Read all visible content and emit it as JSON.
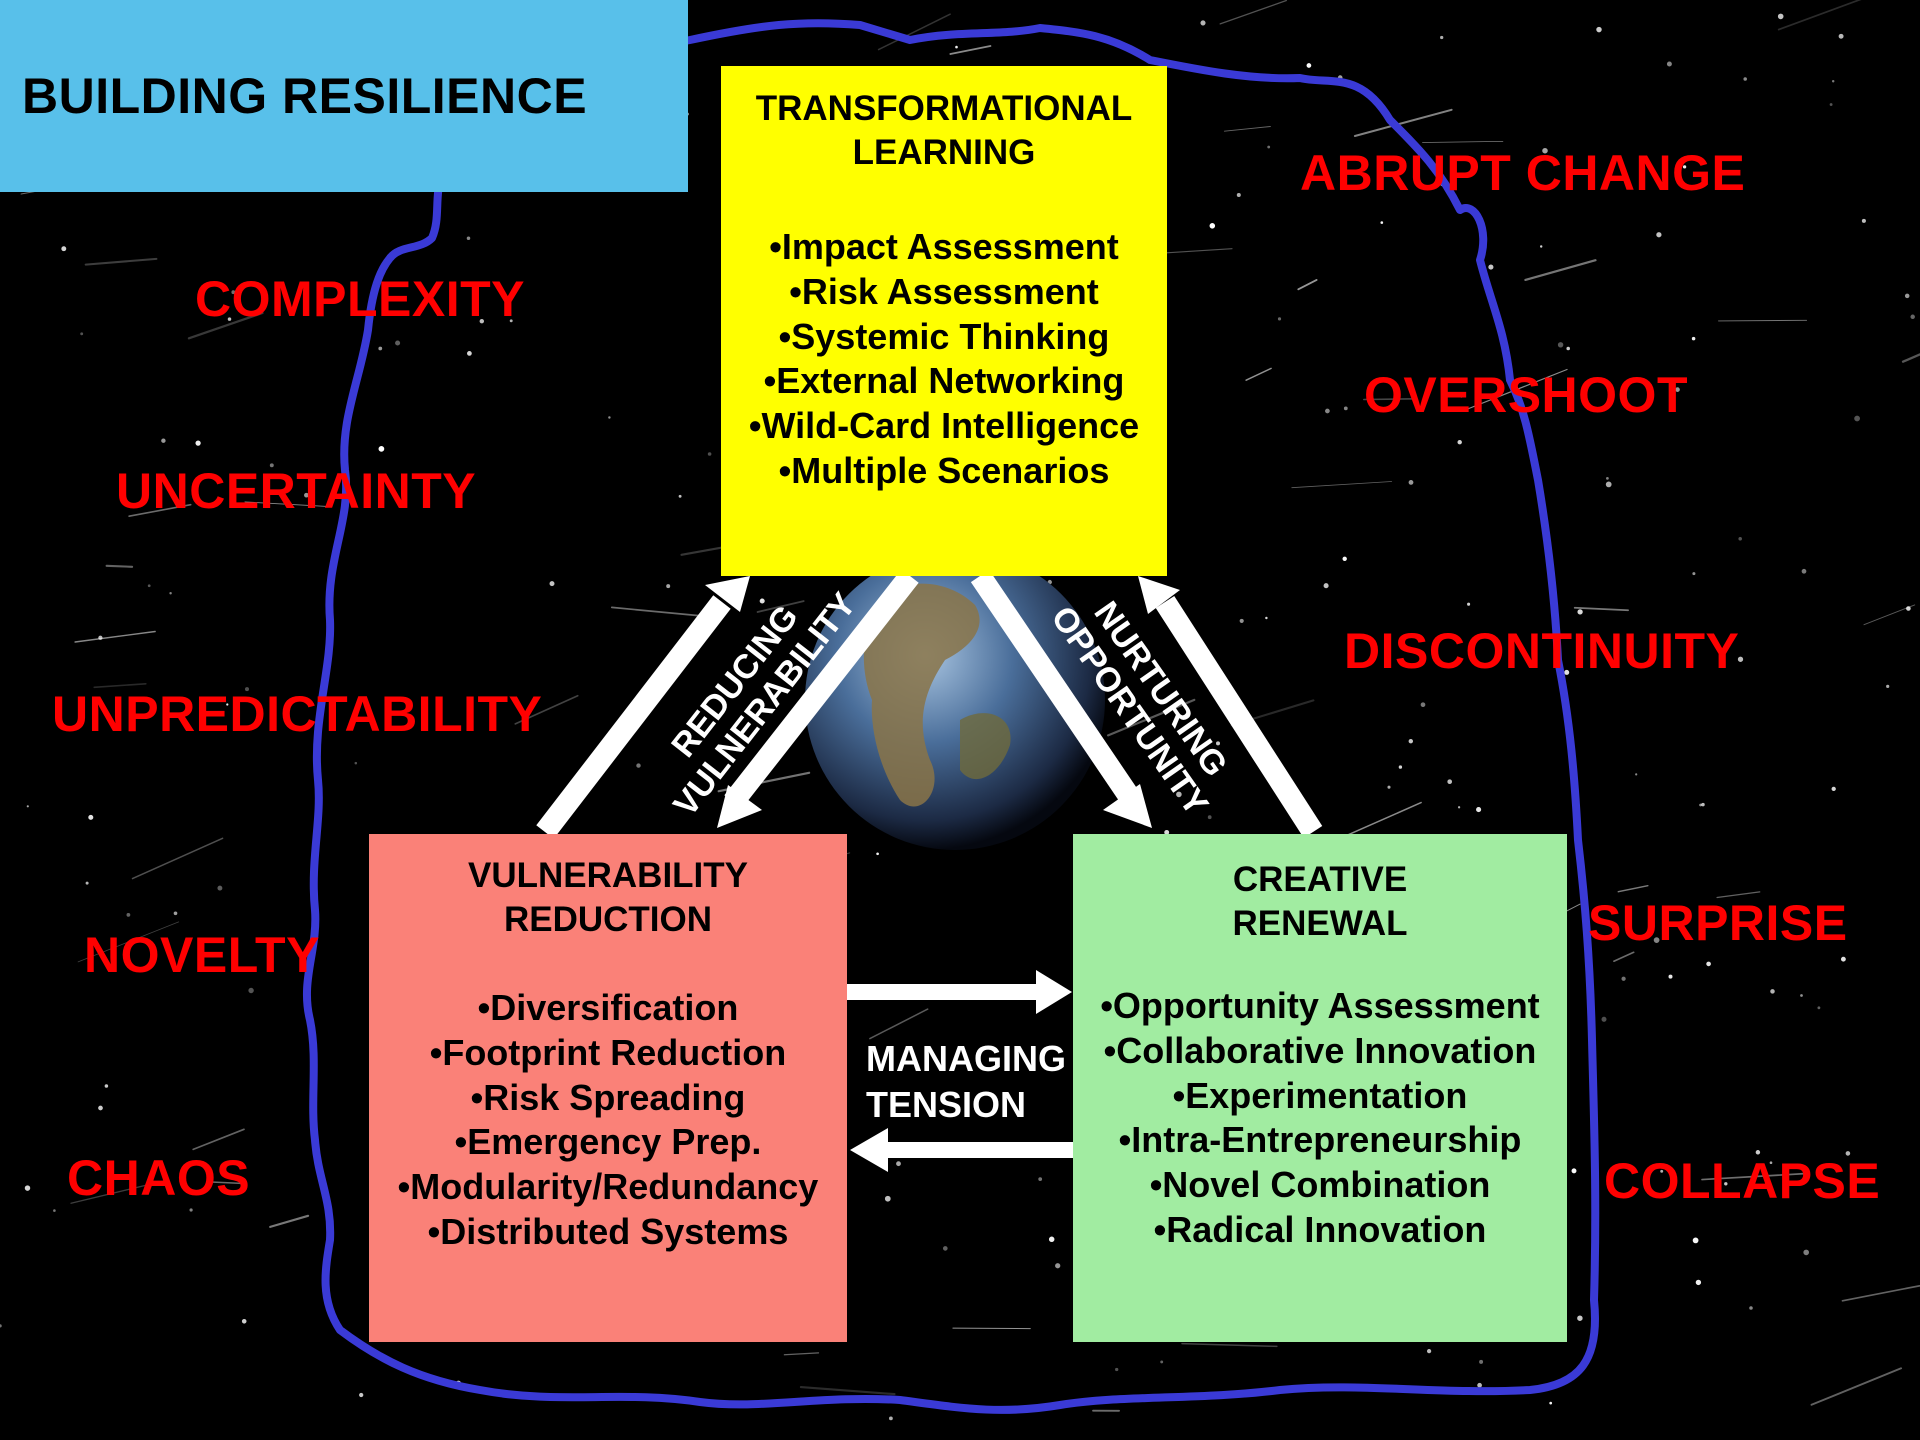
{
  "title": "BUILDING RESILIENCE",
  "boxes": {
    "transformational_learning": {
      "heading_1": "TRANSFORMATIONAL",
      "heading_2": "LEARNING",
      "items": [
        "Impact Assessment",
        "Risk Assessment",
        "Systemic Thinking",
        "External Networking",
        "Wild-Card Intelligence",
        "Multiple Scenarios"
      ],
      "color": "#ffff00"
    },
    "vulnerability_reduction": {
      "heading_1": "VULNERABILITY",
      "heading_2": "REDUCTION",
      "items": [
        "Diversification",
        "Footprint Reduction",
        "Risk Spreading",
        "Emergency Prep.",
        "Modularity/Redundancy",
        "Distributed Systems"
      ],
      "color": "#fa8178"
    },
    "creative_renewal": {
      "heading_1": "CREATIVE",
      "heading_2": "RENEWAL",
      "items": [
        "Opportunity Assessment",
        "Collaborative Innovation",
        "Experimentation",
        "Intra-Entrepreneurship",
        "Novel Combination",
        "Radical Innovation"
      ],
      "color": "#a1eca1"
    }
  },
  "arrow_labels": {
    "reducing_1": "REDUCING",
    "reducing_2": "VULNERABILITY",
    "nurturing_1": "NURTURING",
    "nurturing_2": "OPPORTUNITY",
    "managing_1": "MANAGING",
    "managing_2": "TENSION"
  },
  "threats_left": [
    "COMPLEXITY",
    "UNCERTAINTY",
    "UNPREDICTABILITY",
    "NOVELTY",
    "CHAOS"
  ],
  "threats_right": [
    "ABRUPT CHANGE",
    "OVERSHOOT",
    "DISCONTINUITY",
    "SURPRISE",
    "COLLAPSE"
  ],
  "colors": {
    "background": "#000000",
    "title_box": "#58c0ea",
    "threat_text": "#ff0000",
    "boundary_line": "#3a3ad6",
    "arrows": "#ffffff"
  },
  "icons": [
    "earth-globe",
    "starfield"
  ]
}
